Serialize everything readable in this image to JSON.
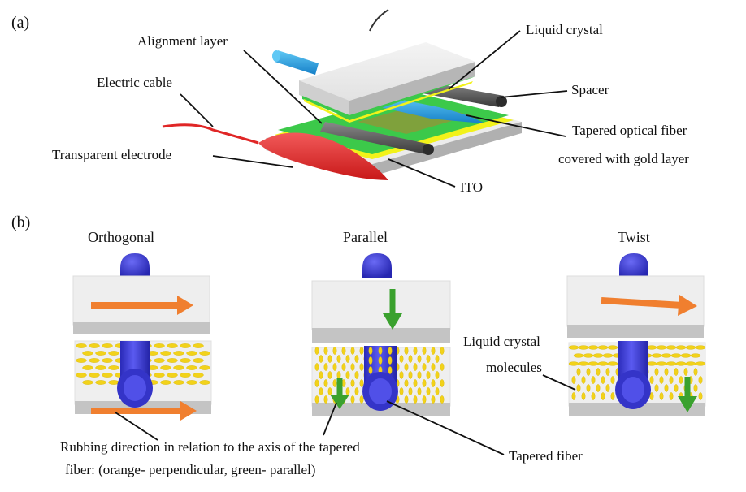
{
  "panel_a": {
    "tag": "(a)",
    "labels": {
      "liquid_crystal": "Liquid crystal",
      "alignment_layer": "Alignment layer",
      "electric_cable": "Electric cable",
      "spacer": "Spacer",
      "tapered_fiber_line1": "Tapered optical fiber",
      "tapered_fiber_line2": "covered with gold layer",
      "transparent_electrode": "Transparent electrode",
      "ito": "ITO"
    }
  },
  "panel_b": {
    "tag": "(b)",
    "titles": {
      "orthogonal": "Orthogonal",
      "parallel": "Parallel",
      "twist": "Twist"
    },
    "labels": {
      "lc_molecules_line1": "Liquid crystal",
      "lc_molecules_line2": "molecules",
      "tapered_fiber": "Tapered fiber",
      "rubbing_line1": "Rubbing direction in relation to the axis of the tapered",
      "rubbing_line2": "fiber: (orange- perpendicular, green- parallel)"
    }
  },
  "colors": {
    "orange_arrow": "#f07f2f",
    "green_arrow": "#3aa12e",
    "fiber_blue": "#3a3ad8",
    "molecule_yellow": "#f2d21a",
    "electrode_red": "#e02626",
    "layer_green": "#3cc94a",
    "layer_yellow": "#f2f21a",
    "cyan_fiber": "#1f9ee0",
    "glass_gray": "#d9d9d9"
  }
}
